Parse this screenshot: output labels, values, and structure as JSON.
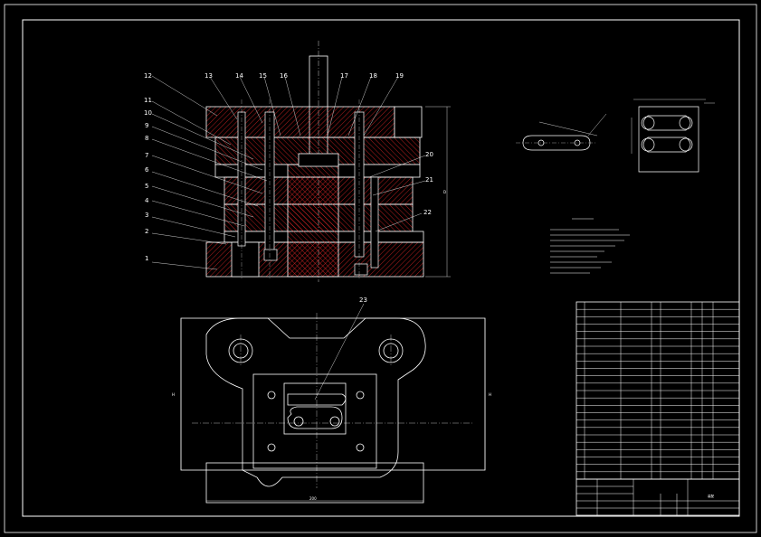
{
  "colors": {
    "background": "#000000",
    "line": "#ffffff",
    "hatch": "#ff2a2a",
    "text": "#ffffff",
    "center": "#ffffff"
  },
  "callouts": [
    "1",
    "2",
    "3",
    "4",
    "5",
    "6",
    "7",
    "8",
    "9",
    "10",
    "11",
    "12",
    "13",
    "14",
    "15",
    "16",
    "17",
    "18",
    "19",
    "20",
    "21",
    "22",
    "23"
  ],
  "dimensions": {
    "top_right": "D",
    "plan_left": "H",
    "plan_right": "H",
    "plan_bottom": "200"
  },
  "title_block": {
    "title_cell": "装配"
  }
}
